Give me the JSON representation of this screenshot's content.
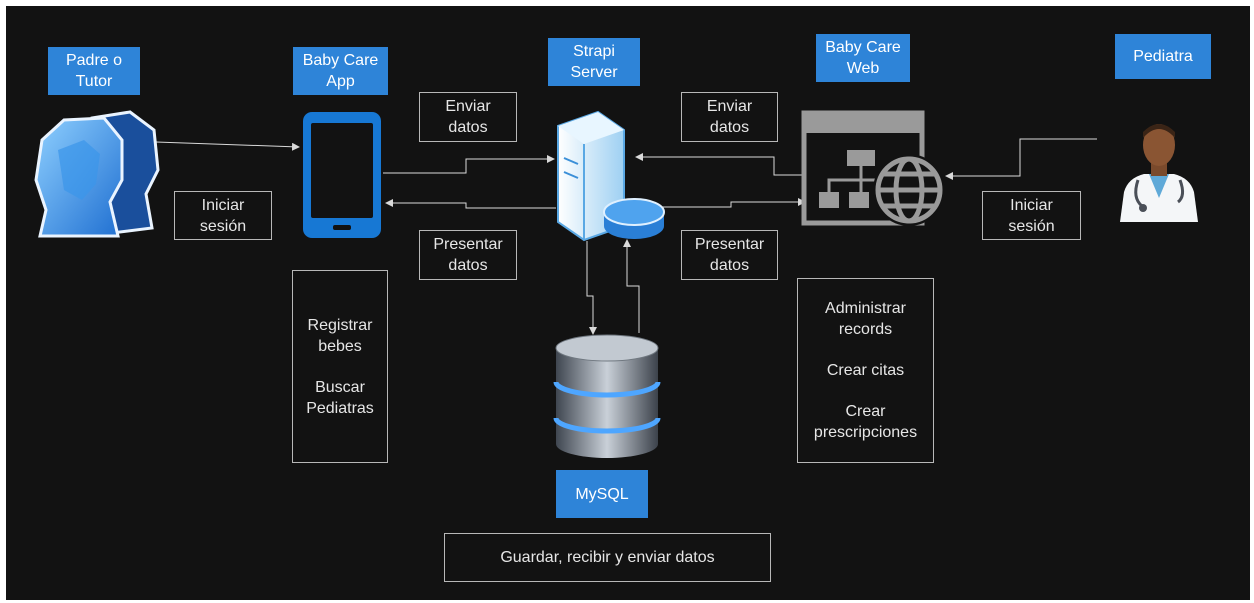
{
  "actors": {
    "parent": {
      "line1": "Padre o",
      "line2": "Tutor"
    },
    "app": {
      "line1": "Baby Care",
      "line2": "App"
    },
    "server": {
      "line1": "Strapi",
      "line2": "Server"
    },
    "web": {
      "line1": "Baby Care",
      "line2": "Web"
    },
    "pediatrician": {
      "line1": "Pediatra"
    },
    "database": {
      "line1": "MySQL"
    }
  },
  "flows": {
    "login_left": {
      "line1": "Iniciar",
      "line2": "sesión"
    },
    "send_left": {
      "line1": "Enviar",
      "line2": "datos"
    },
    "present_left": {
      "line1": "Presentar",
      "line2": "datos"
    },
    "send_right": {
      "line1": "Enviar",
      "line2": "datos"
    },
    "present_right": {
      "line1": "Presentar",
      "line2": "datos"
    },
    "login_right": {
      "line1": "Iniciar",
      "line2": "sesión"
    }
  },
  "app_functions": {
    "item1_line1": "Registrar",
    "item1_line2": "bebes",
    "item2_line1": "Buscar",
    "item2_line2": "Pediatras"
  },
  "web_functions": {
    "item1_line1": "Administrar",
    "item1_line2": "records",
    "item2_line1": "Crear citas",
    "item3_line1": "Crear",
    "item3_line2": "prescripciones"
  },
  "db_function": "Guardar, recibir y enviar datos",
  "colors": {
    "background": "#121212",
    "label_fill": "#2e84d8",
    "icon_blue": "#1f6fd1",
    "connector": "#d9d9d9"
  },
  "icons": [
    "user-group-icon",
    "mobile-phone-icon",
    "server-icon",
    "web-app-icon",
    "doctor-icon",
    "database-icon"
  ]
}
